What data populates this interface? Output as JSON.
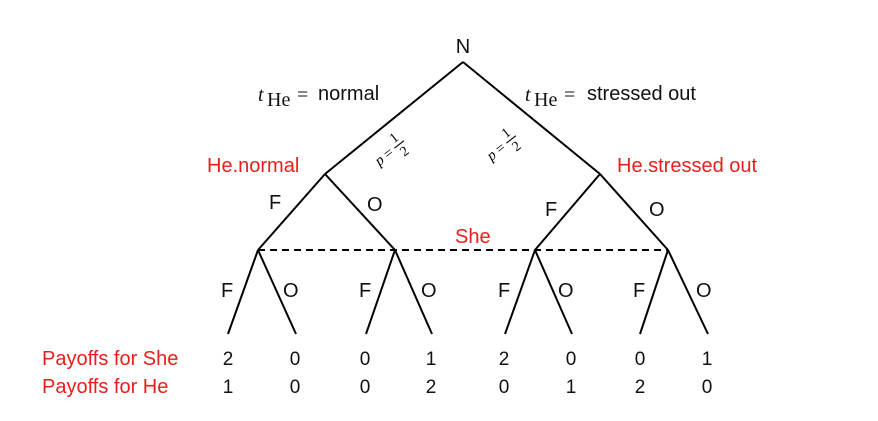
{
  "root": {
    "label": "N"
  },
  "types": [
    {
      "var": "t",
      "sub": "He",
      "eq": "=",
      "value": "normal"
    },
    {
      "var": "t",
      "sub": "He",
      "eq": "=",
      "value": "stressed out"
    }
  ],
  "prob": {
    "var": "p",
    "eq": "=",
    "num": "1",
    "den": "2"
  },
  "he_nodes": [
    "He.normal",
    "He.stressed out"
  ],
  "she_label": "She",
  "he_actions": [
    "F",
    "O",
    "F",
    "O"
  ],
  "she_actions": [
    "F",
    "O",
    "F",
    "O",
    "F",
    "O",
    "F",
    "O"
  ],
  "payoff_labels": {
    "she": "Payoffs for She",
    "he": "Payoffs for He"
  },
  "payoffs": {
    "she": [
      "2",
      "0",
      "0",
      "1",
      "2",
      "0",
      "0",
      "1"
    ],
    "he": [
      "1",
      "0",
      "0",
      "2",
      "0",
      "1",
      "2",
      "0"
    ]
  },
  "colors": {
    "lines": "#000000",
    "player_labels": "#e8201c"
  }
}
